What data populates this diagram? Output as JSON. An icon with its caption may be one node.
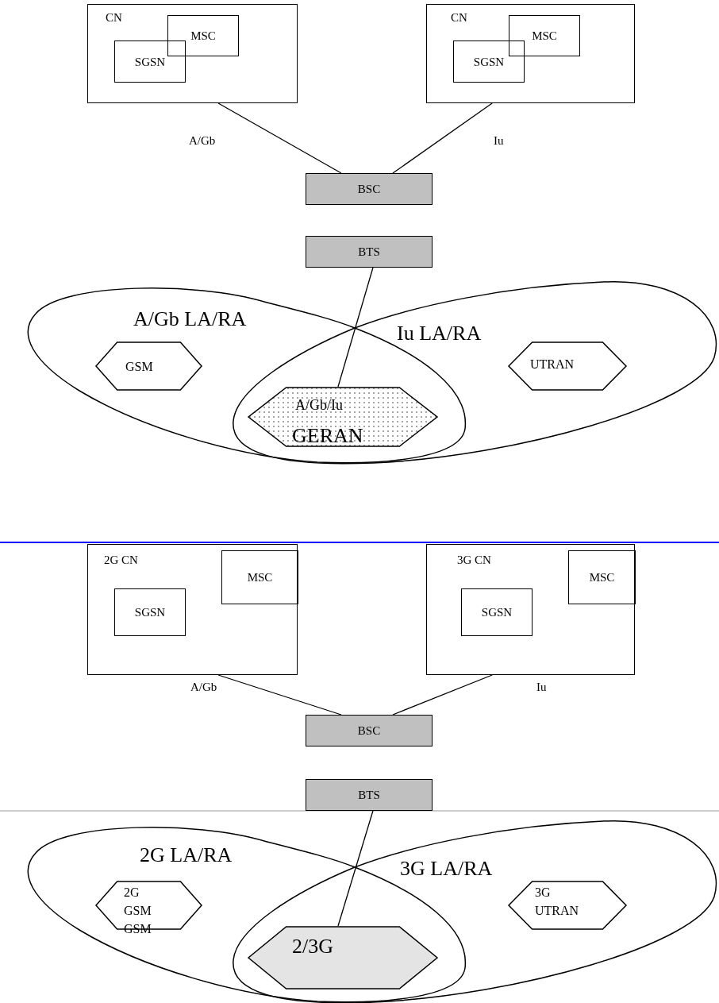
{
  "diagram": {
    "nodes": [
      {
        "text": [
          "CN"
        ]
      },
      {
        "text": [
          "MSC"
        ],
        "in": 0
      },
      {
        "text": [
          "SGSN"
        ],
        "in": 0
      },
      {
        "text": [
          "CN"
        ]
      },
      {
        "text": [
          "MSC"
        ],
        "in": 3
      },
      {
        "text": [
          "SGSN"
        ],
        "in": 3
      },
      {
        "text": [
          "BSC"
        ]
      },
      {
        "text": [
          "BTS"
        ]
      },
      {
        "text": [
          "A/Gb LA/RA"
        ]
      },
      {
        "text": [
          "Iu LA/RA"
        ]
      },
      {
        "text": [
          "GSM"
        ],
        "in": 8
      },
      {
        "text": [
          "UTRAN"
        ],
        "in": 9
      },
      {
        "text": [
          "A/Gb/Iu",
          "GERAN"
        ]
      },
      {
        "text": [
          "2G CN"
        ]
      },
      {
        "text": [
          "MSC"
        ],
        "in": 13
      },
      {
        "text": [
          "SGSN"
        ],
        "in": 13
      },
      {
        "text": [
          "3G CN"
        ]
      },
      {
        "text": [
          "MSC"
        ],
        "in": 16
      },
      {
        "text": [
          "SGSN"
        ],
        "in": 16
      },
      {
        "text": [
          "BSC"
        ]
      },
      {
        "text": [
          "BTS"
        ]
      },
      {
        "text": [
          "2G LA/RA"
        ]
      },
      {
        "text": [
          "3G LA/RA"
        ]
      },
      {
        "text": [
          "2G GSM GSM"
        ],
        "in": 21
      },
      {
        "text": [
          "3G UTRAN"
        ],
        "in": 22
      },
      {
        "text": [
          "2/3G"
        ]
      }
    ],
    "edges": [
      {
        "from": 0,
        "to": 6,
        "arrow": "none",
        "label": "A/Gb"
      },
      {
        "from": 3,
        "to": 6,
        "arrow": "none",
        "label": "Iu"
      },
      {
        "from": 7,
        "to": 12,
        "arrow": "none"
      },
      {
        "from": 13,
        "to": 19,
        "arrow": "none",
        "label": "A/Gb"
      },
      {
        "from": 16,
        "to": 19,
        "arrow": "none",
        "label": "Iu"
      },
      {
        "from": 20,
        "to": 25,
        "arrow": "none"
      }
    ]
  }
}
